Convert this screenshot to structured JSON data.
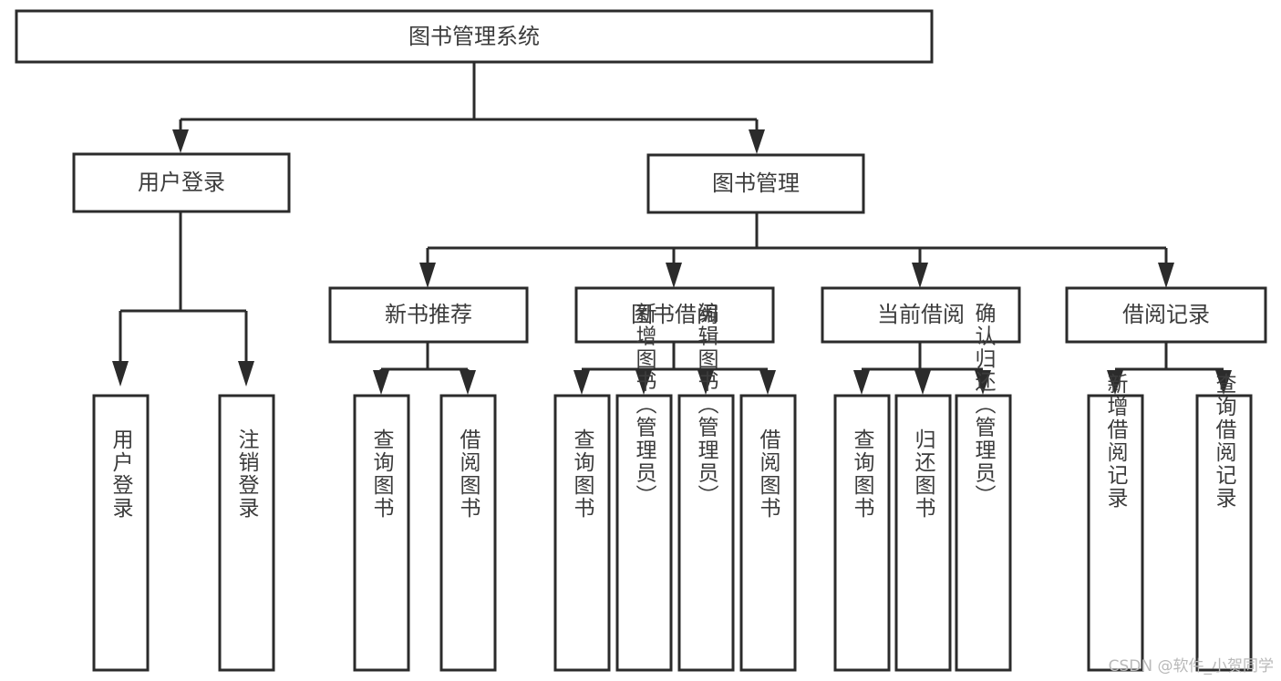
{
  "diagram": {
    "type": "tree",
    "title": "图书管理系统",
    "watermark": "CSDN @软件_小贺同学",
    "colors": {
      "stroke": "#2b2b2b",
      "fill": "#ffffff",
      "text": "#3c3c3c",
      "background": "#ffffff",
      "watermark": "#b9b9b9"
    },
    "levels": {
      "root": {
        "label": "图书管理系统"
      },
      "level2": [
        {
          "label": "用户登录"
        },
        {
          "label": "图书管理"
        }
      ],
      "level3": [
        {
          "label": "新书推荐"
        },
        {
          "label": "图书借阅"
        },
        {
          "label": "当前借阅"
        },
        {
          "label": "借阅记录"
        }
      ]
    },
    "nodes": {
      "root": "图书管理系统",
      "user_login": "用户登录",
      "book_manage": "图书管理",
      "new_book_rec": "新书推荐",
      "book_borrow": "图书借阅",
      "current_borrow": "当前借阅",
      "borrow_record": "借阅记录",
      "leaf_user_login": "用户登录",
      "leaf_user_logout": "注销登录",
      "leaf_rec_query": "查询图书",
      "leaf_rec_borrow": "借阅图书",
      "leaf_borrow_query": "查询图书",
      "leaf_borrow_add": "新增图书（管理员）",
      "leaf_borrow_edit": "编辑图书（管理员）",
      "leaf_borrow_lend": "借阅图书",
      "leaf_cur_query": "查询图书",
      "leaf_cur_return": "归还图书",
      "leaf_cur_confirm": "确认归还（管理员）",
      "leaf_rec_add": "新增借阅记录",
      "leaf_rec_search": "查询借阅记录"
    },
    "edges": [
      {
        "from": "图书管理系统",
        "to": "用户登录"
      },
      {
        "from": "图书管理系统",
        "to": "图书管理"
      },
      {
        "from": "用户登录",
        "to": "用户登录"
      },
      {
        "from": "用户登录",
        "to": "注销登录"
      },
      {
        "from": "图书管理",
        "to": "新书推荐"
      },
      {
        "from": "图书管理",
        "to": "图书借阅"
      },
      {
        "from": "图书管理",
        "to": "当前借阅"
      },
      {
        "from": "图书管理",
        "to": "借阅记录"
      },
      {
        "from": "新书推荐",
        "to": "查询图书"
      },
      {
        "from": "新书推荐",
        "to": "借阅图书"
      },
      {
        "from": "图书借阅",
        "to": "查询图书"
      },
      {
        "from": "图书借阅",
        "to": "新增图书（管理员）"
      },
      {
        "from": "图书借阅",
        "to": "编辑图书（管理员）"
      },
      {
        "from": "图书借阅",
        "to": "借阅图书"
      },
      {
        "from": "当前借阅",
        "to": "查询图书"
      },
      {
        "from": "当前借阅",
        "to": "归还图书"
      },
      {
        "from": "当前借阅",
        "to": "确认归还（管理员）"
      },
      {
        "from": "借阅记录",
        "to": "新增借阅记录"
      },
      {
        "from": "借阅记录",
        "to": "查询借阅记录"
      }
    ]
  }
}
